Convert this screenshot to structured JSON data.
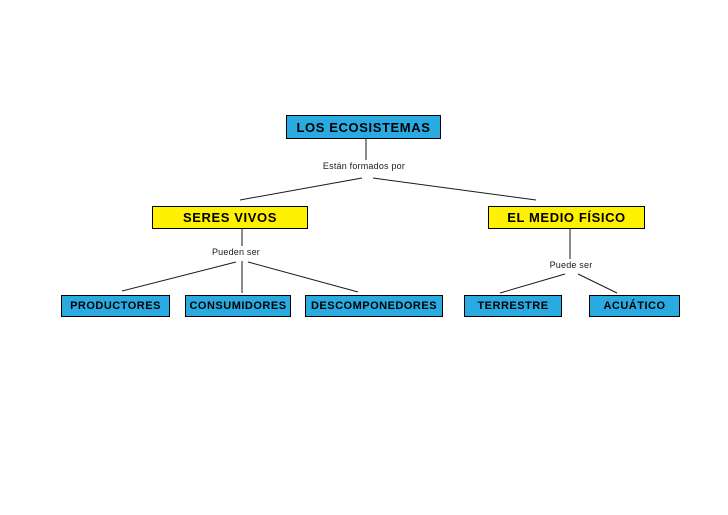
{
  "palette": {
    "background": "#ffffff",
    "node_blue": "#29abe2",
    "node_yellow": "#fff200",
    "border": "#000000",
    "text": "#000000",
    "label_text": "#1a1a1a",
    "line_color": "#1a1a1a"
  },
  "tree": {
    "root": {
      "label": "LOS ECOSISTEMAS",
      "connector_label": "Están formados por"
    },
    "branches": [
      {
        "label": "SERES VIVOS",
        "connector_label": "Pueden ser",
        "children": [
          {
            "label": "PRODUCTORES"
          },
          {
            "label": "CONSUMIDORES"
          },
          {
            "label": "DESCOMPONEDORES"
          }
        ]
      },
      {
        "label": "EL MEDIO FÍSICO",
        "connector_label": "Puede ser",
        "children": [
          {
            "label": "TERRESTRE"
          },
          {
            "label": "ACUÁTICO"
          }
        ]
      }
    ]
  }
}
